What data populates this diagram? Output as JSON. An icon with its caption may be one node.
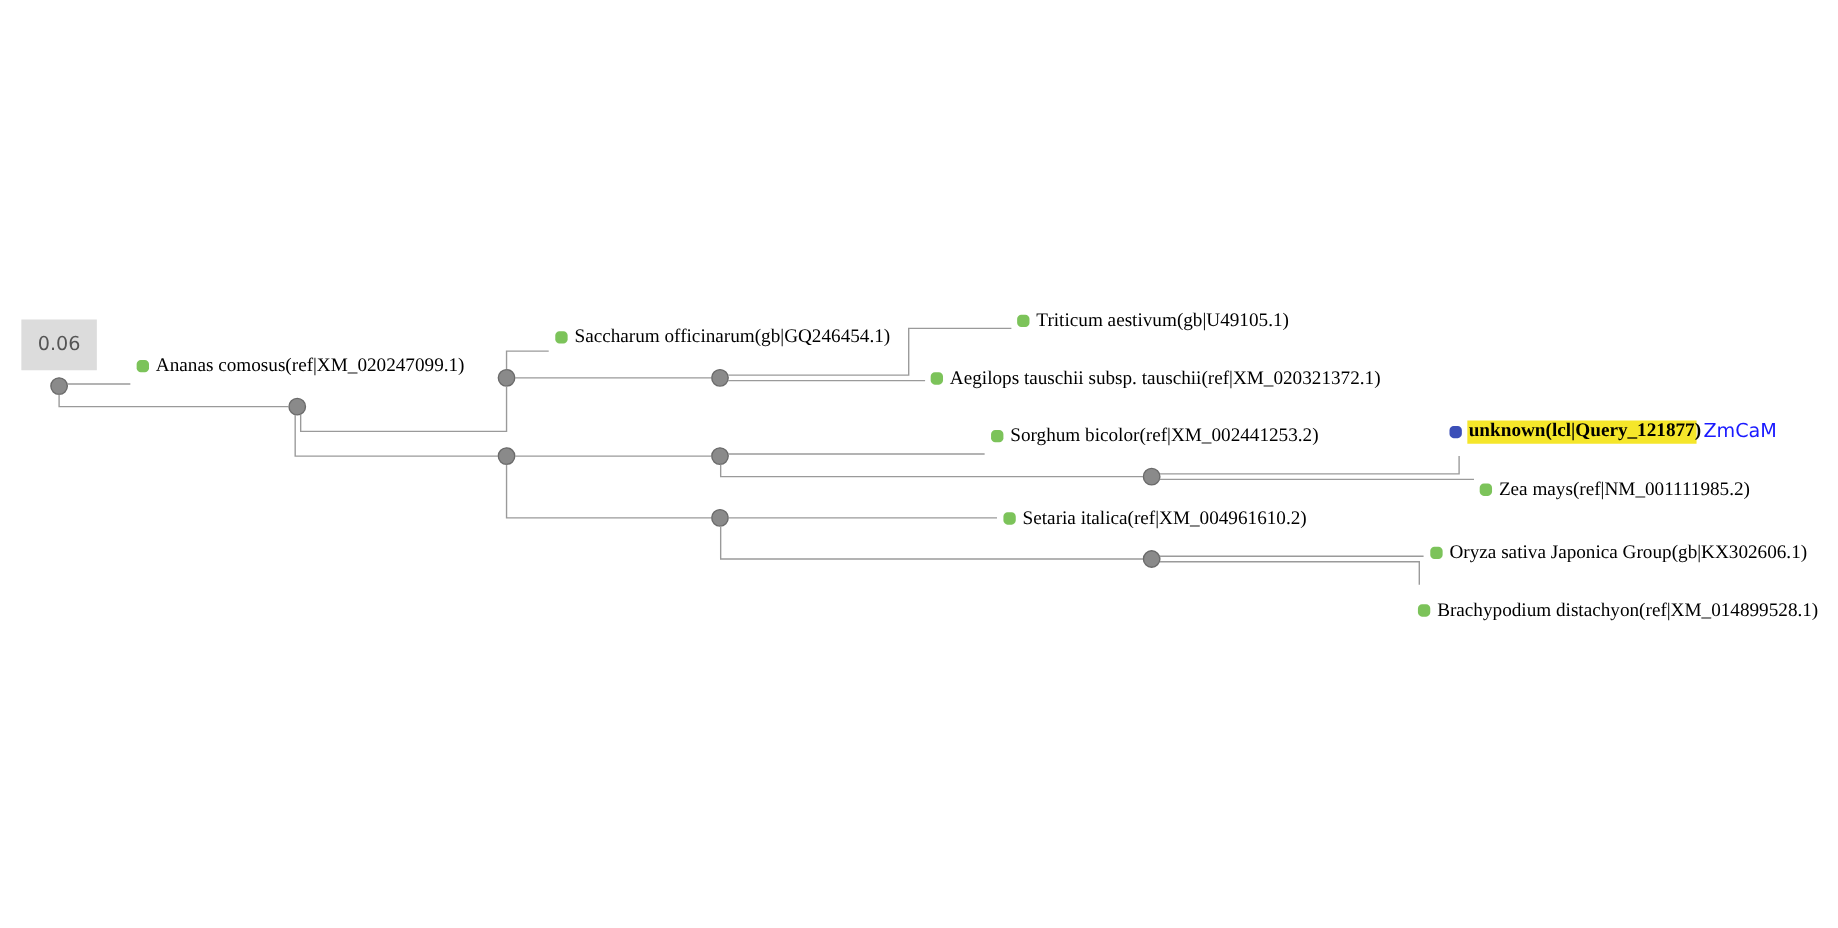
{
  "diagram": {
    "nodes": [
      {
        "text": [],
        "shape": "circle"
      },
      {
        "text": [
          "Ananas comosus(ref|XM_020247099.1)"
        ]
      },
      {
        "text": [],
        "shape": "circle"
      },
      {
        "text": [],
        "shape": "circle"
      },
      {
        "text": [
          "Saccharum officinarum(gb|GQ246454.1)"
        ]
      },
      {
        "text": [],
        "shape": "circle"
      },
      {
        "text": [
          "Triticum aestivum(gb|U49105.1)"
        ]
      },
      {
        "text": [
          "Aegilops tauschii subsp. tauschii(ref|XM_020321372.1)"
        ]
      },
      {
        "text": [],
        "shape": "circle"
      },
      {
        "text": [],
        "shape": "circle"
      },
      {
        "text": [
          "Sorghum bicolor(ref|XM_002441253.2)"
        ]
      },
      {
        "text": [],
        "shape": "circle"
      },
      {
        "text": [
          "unknown(lcl|Query_121877)"
        ],
        "beside": [
          "ZmCaM"
        ]
      },
      {
        "text": [
          "Zea mays(ref|NM_001111985.2)"
        ]
      },
      {
        "text": [],
        "shape": "circle"
      },
      {
        "text": [
          "Setaria italica(ref|XM_004961610.2)"
        ]
      },
      {
        "text": [],
        "shape": "circle"
      },
      {
        "text": [
          "Oryza sativa Japonica Group(gb|KX302606.1)"
        ]
      },
      {
        "text": [
          "Brachypodium distachyon(ref|XM_014899528.1)"
        ]
      }
    ],
    "edges": [
      {
        "from": 0,
        "to": 1,
        "arrow": "none"
      },
      {
        "from": 0,
        "to": 2,
        "arrow": "none"
      },
      {
        "from": 2,
        "to": 3,
        "arrow": "none"
      },
      {
        "from": 3,
        "to": 4,
        "arrow": "none"
      },
      {
        "from": 3,
        "to": 5,
        "arrow": "none"
      },
      {
        "from": 5,
        "to": 6,
        "arrow": "none"
      },
      {
        "from": 5,
        "to": 7,
        "arrow": "none"
      },
      {
        "from": 2,
        "to": 8,
        "arrow": "none"
      },
      {
        "from": 8,
        "to": 9,
        "arrow": "none"
      },
      {
        "from": 9,
        "to": 10,
        "arrow": "none"
      },
      {
        "from": 9,
        "to": 11,
        "arrow": "none"
      },
      {
        "from": 11,
        "to": 12,
        "arrow": "none"
      },
      {
        "from": 11,
        "to": 13,
        "arrow": "none"
      },
      {
        "from": 8,
        "to": 14,
        "arrow": "none"
      },
      {
        "from": 14,
        "to": 15,
        "arrow": "none"
      },
      {
        "from": 14,
        "to": 16,
        "arrow": "none"
      },
      {
        "from": 16,
        "to": 17,
        "arrow": "none"
      },
      {
        "from": 16,
        "to": 18,
        "arrow": "none"
      }
    ],
    "labels": [
      "0.06"
    ]
  }
}
